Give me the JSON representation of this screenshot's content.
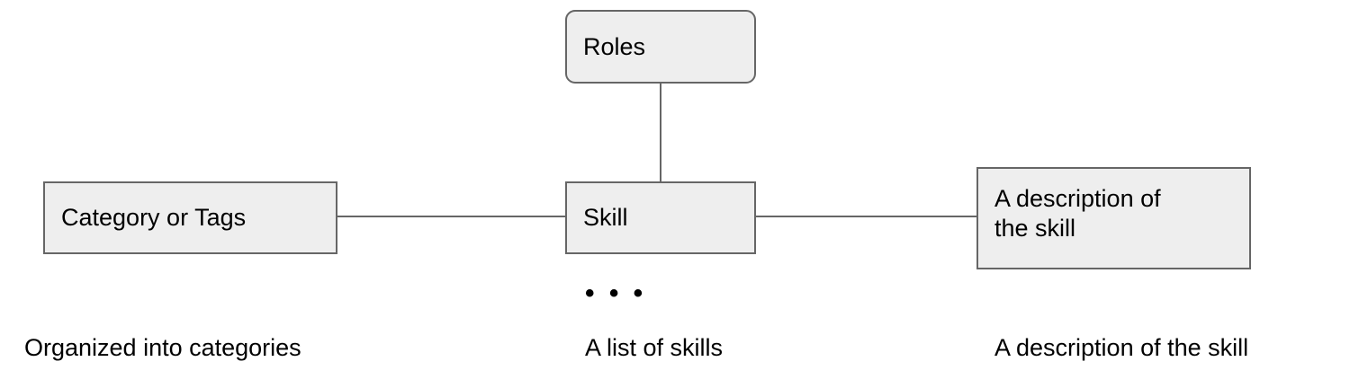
{
  "diagram": {
    "nodes": [
      {
        "id": "roles",
        "label": "Roles",
        "shape": "rounded-rect"
      },
      {
        "id": "skill",
        "label": "Skill",
        "shape": "rect"
      },
      {
        "id": "category",
        "label": "Category or Tags",
        "shape": "rect"
      },
      {
        "id": "description",
        "label": "A description of\nthe skill",
        "shape": "rect"
      }
    ],
    "edges": [
      {
        "id": "roles-skill",
        "from": "roles",
        "to": "skill",
        "orientation": "vertical"
      },
      {
        "id": "category-skill",
        "from": "category",
        "to": "skill",
        "orientation": "horizontal"
      },
      {
        "id": "skill-description",
        "from": "skill",
        "to": "description",
        "orientation": "horizontal"
      }
    ],
    "ellipsis": "• • •",
    "captions": [
      {
        "id": "category",
        "text": "Organized into categories"
      },
      {
        "id": "skill",
        "text": "A list of skills"
      },
      {
        "id": "description",
        "text": "A description of the skill"
      }
    ],
    "colors": {
      "node_fill": "#eeeeee",
      "node_border": "#666666",
      "edge": "#666666",
      "text": "#000000",
      "background": "#ffffff"
    }
  }
}
